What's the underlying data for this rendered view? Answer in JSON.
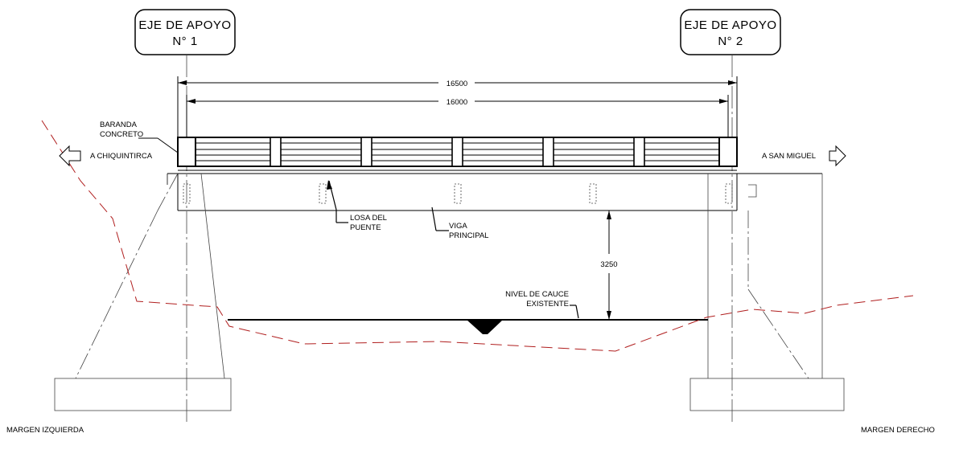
{
  "axes": {
    "left": {
      "line1": "EJE DE APOYO",
      "line2": "N° 1"
    },
    "right": {
      "line1": "EJE DE APOYO",
      "line2": "N° 2"
    }
  },
  "dimensions": {
    "total": "16500",
    "inner": "16000",
    "clearance": "3250"
  },
  "labels": {
    "baranda_1": "BARANDA",
    "baranda_2": "CONCRETO",
    "to_left": "A CHIQUINTIRCA",
    "to_right": "A SAN MIGUEL",
    "losa_1": "LOSA DEL",
    "losa_2": "PUENTE",
    "viga_1": "VIGA",
    "viga_2": "PRINCIPAL",
    "nivel_1": "NIVEL DE CAUCE",
    "nivel_2": "EXISTENTE",
    "margin_left": "MARGEN IZQUIERDA",
    "margin_right": "MARGEN DERECHO"
  },
  "colors": {
    "line": "#000000",
    "terrain": "#b01e1e",
    "hidden": "#444444"
  }
}
